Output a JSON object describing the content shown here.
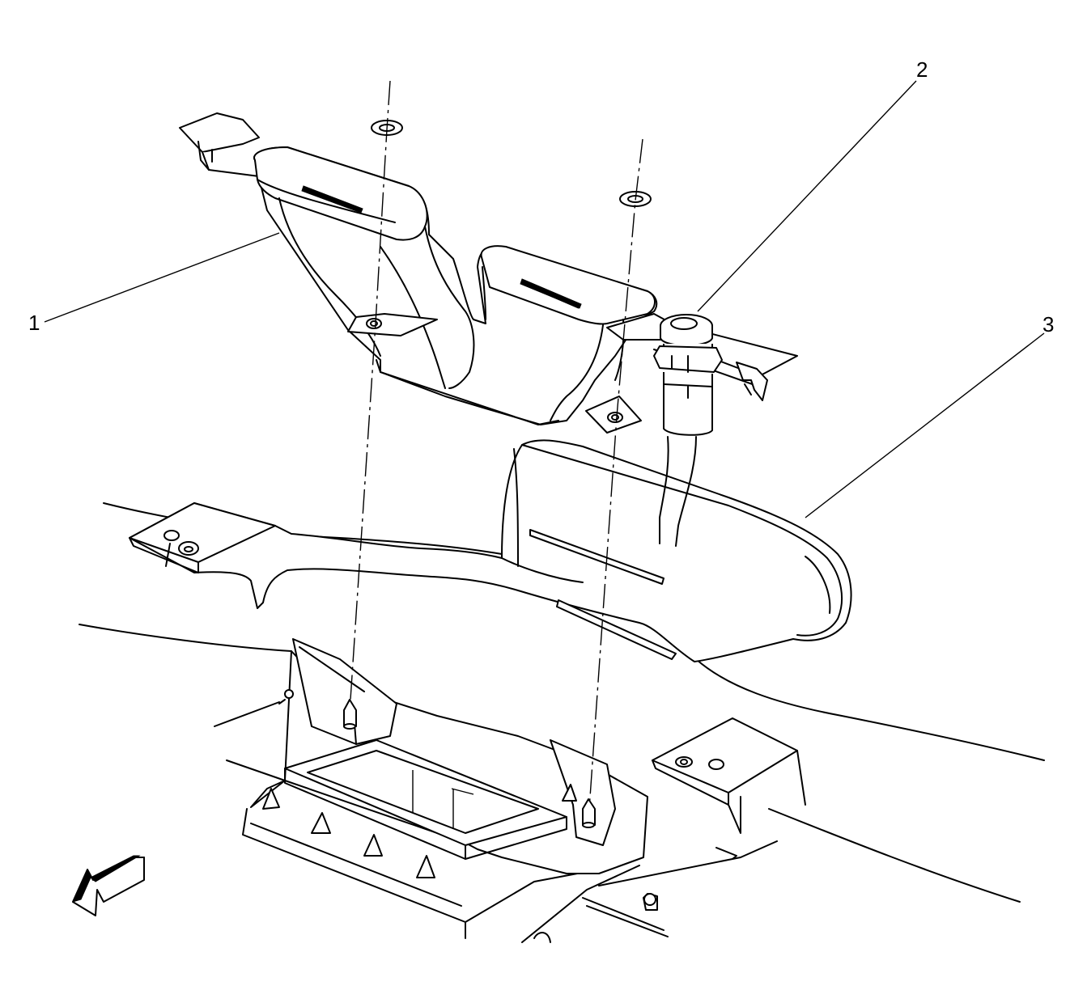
{
  "callouts": [
    {
      "number": "1",
      "part": "duct"
    },
    {
      "number": "2",
      "part": "sensor"
    },
    {
      "number": "3",
      "part": "duct"
    }
  ],
  "colors": {
    "line": "#000000",
    "background": "#ffffff"
  },
  "icons": {
    "direction": "front-direction-arrow-icon"
  }
}
